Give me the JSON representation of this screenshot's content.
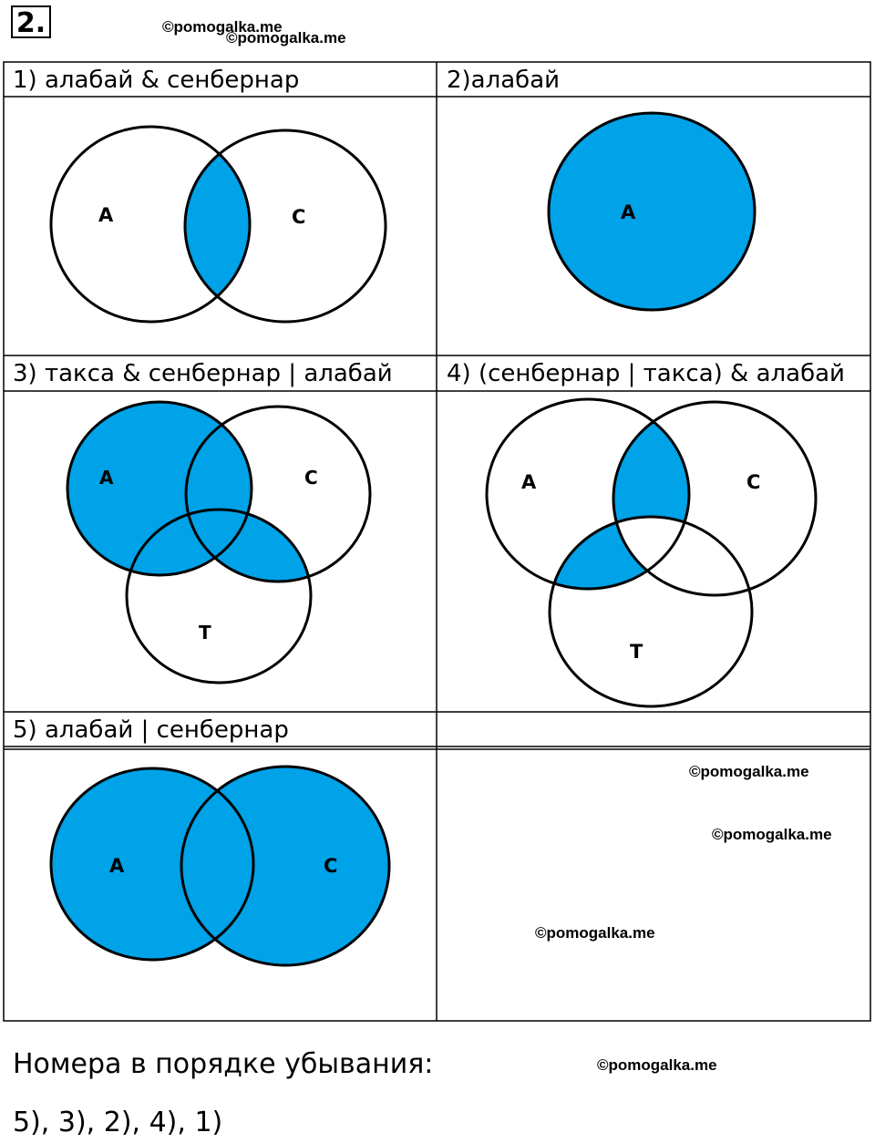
{
  "task_number": "2.",
  "watermarks": [
    "©pomogalka.me",
    "©pomogalka.me",
    "©pomogalka.me",
    "©pomogalka.me",
    "©pomogalka.me",
    "©pomogalka.me"
  ],
  "cells": [
    {
      "label": "1) алабай & сенбернар",
      "circle_labels": [
        "А",
        "С"
      ]
    },
    {
      "label": "2)алабай",
      "circle_labels": [
        "А"
      ]
    },
    {
      "label": "3) такса & сенбернар | алабай",
      "circle_labels": [
        "А",
        "С",
        "Т"
      ]
    },
    {
      "label": "4) (сенбернар | такса) & алабай",
      "circle_labels": [
        "А",
        "С",
        "Т"
      ]
    },
    {
      "label": "5) алабай | сенбернар",
      "circle_labels": [
        "А",
        "С"
      ]
    }
  ],
  "answer_prompt": "Номера в порядке убывания:",
  "answer": "5), 3), 2), 4), 1)",
  "fill_color": "#00A2E8"
}
